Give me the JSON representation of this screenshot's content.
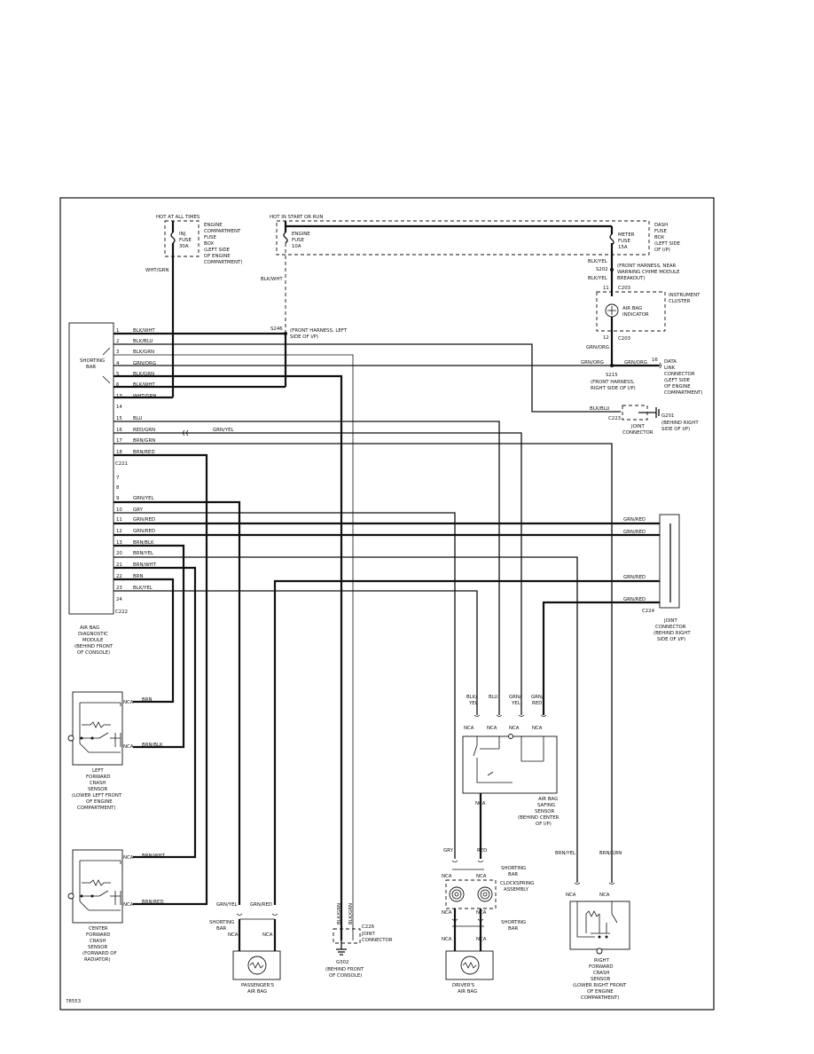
{
  "figure_id": "78553",
  "power": {
    "hot_at_all_times": "HOT AT ALL TIMES",
    "hot_in_start_or_run": "HOT IN START OR RUN",
    "fuse_inj": [
      "INJ",
      "FUSE",
      "30A"
    ],
    "fuse_engine": [
      "ENGINE",
      "FUSE",
      "10A"
    ],
    "fuse_meter": [
      "METER",
      "FUSE",
      "15A"
    ],
    "engine_box": [
      "ENGINE",
      "COMPARTMENT",
      "FUSE",
      "BOX",
      "(LEFT SIDE",
      "OF ENGINE",
      "COMPARTMENT)"
    ],
    "dash_box": [
      "DASH",
      "FUSE",
      "BOX",
      "(LEFT SIDE",
      "OF I/P)"
    ]
  },
  "wires": {
    "wht_grn": "WHT/GRN",
    "blk_wht": "BLK/WHT",
    "blk_yel": "BLK/YEL",
    "grn_org": "GRN/ORG",
    "blk_blu": "BLK/BLU",
    "grn_yel": "GRN/YEL",
    "grn_red": "GRN/RED",
    "brn_yel": "BRN/YEL",
    "brn_grn": "BRN/GRN",
    "blk_grn": "BLK/GRN",
    "blk": "BLK",
    "blu": "BLU",
    "gry": "GRY",
    "red": "RED",
    "brn": "BRN",
    "brn_blk": "BRN/BLK",
    "brn_wht": "BRN/WHT",
    "brn_red": "BRN/RED"
  },
  "splices": {
    "s202": "S202",
    "s202_note": [
      "(FRONT HARNESS, NEAR",
      "WARNING CHIME MODULE",
      "BREAKOUT)"
    ],
    "s246": "S246",
    "s246_note": [
      "(FRONT HARNESS, LEFT",
      "SIDE OF I/P)"
    ],
    "s215": "S215",
    "s215_note": [
      "(FRONT HARNESS,",
      "RIGHT SIDE OF I/P)"
    ]
  },
  "connectors": {
    "c203": "C203",
    "c221": "C221",
    "c222": "C222",
    "c223": "C223",
    "c224": "C224",
    "c226": "C226",
    "pin11": "11",
    "pin12": "12",
    "pin16": "16"
  },
  "cluster": {
    "label": [
      "INSTRUMENT",
      "CLUSTER"
    ],
    "indicator": [
      "AIR BAG",
      "INDICATOR"
    ]
  },
  "dlc": [
    "DATA",
    "LINK",
    "CONNECTOR",
    "(LEFT SIDE",
    "OF ENGINE",
    "COMPARTMENT)"
  ],
  "grounds": {
    "g201_label": "G201",
    "g201_note": [
      "(BEHIND RIGHT",
      "SIDE OF I/P)"
    ],
    "g302_label": "G302",
    "g302_note": [
      "(BEHIND FRONT",
      "OF CONSOLE)"
    ]
  },
  "joint_connector": [
    "JOINT",
    "CONNECTOR"
  ],
  "joint_connector_c224": [
    "JOINT",
    "CONNECTOR",
    "(BEHIND RIGHT",
    "SIDE OF I/P)"
  ],
  "module": {
    "label": [
      "AIR BAG",
      "DIAGNOSTIC",
      "MODULE",
      "(BEHIND FRONT",
      "OF CONSOLE)"
    ],
    "shorting_bar": [
      "SHORTING",
      "BAR"
    ],
    "pins_top": [
      {
        "pin": "1",
        "wire": "BLK/WHT"
      },
      {
        "pin": "2",
        "wire": "BLK/BLU"
      },
      {
        "pin": "3",
        "wire": "BLK/GRN"
      },
      {
        "pin": "4",
        "wire": "GRN/ORG"
      },
      {
        "pin": "5",
        "wire": "BLK/GRN"
      },
      {
        "pin": "6",
        "wire": "BLK/WHT"
      },
      {
        "pin": "13",
        "wire": "WHT/GRN"
      },
      {
        "pin": "14",
        "wire": ""
      },
      {
        "pin": "15",
        "wire": "BLU"
      },
      {
        "pin": "16",
        "wire": "RED/GRN"
      },
      {
        "pin": "17",
        "wire": "BRN/GRN"
      },
      {
        "pin": "18",
        "wire": "BRN/RED"
      }
    ],
    "pins_bottom": [
      {
        "pin": "7",
        "wire": ""
      },
      {
        "pin": "8",
        "wire": ""
      },
      {
        "pin": "9",
        "wire": "GRN/YEL"
      },
      {
        "pin": "10",
        "wire": "GRY"
      },
      {
        "pin": "11",
        "wire": "GRN/RED"
      },
      {
        "pin": "12",
        "wire": "GRN/RED"
      },
      {
        "pin": "13",
        "wire": "BRN/BLK"
      },
      {
        "pin": "20",
        "wire": "BRN/YEL"
      },
      {
        "pin": "21",
        "wire": "BRN/WHT"
      },
      {
        "pin": "22",
        "wire": "BRN"
      },
      {
        "pin": "23",
        "wire": "BLK/YEL"
      },
      {
        "pin": "24",
        "wire": ""
      }
    ]
  },
  "nca": "NCA",
  "left_sensor": [
    "LEFT",
    "FORWARD",
    "CRASH",
    "SENSOR",
    "(LOWER LEFT FRONT",
    "OF ENGINE",
    "COMPARTMENT)"
  ],
  "center_sensor": [
    "CENTER",
    "FORWARD",
    "CRASH",
    "SENSOR",
    "(FORWARD OF",
    "RADIATOR)"
  ],
  "right_sensor": [
    "RIGHT",
    "FORWARD",
    "CRASH",
    "SENSOR",
    "(LOWER RIGHT FRONT",
    "OF ENGINE",
    "COMPARTMENT)"
  ],
  "safing_sensor": [
    "AIR BAG",
    "SAFING",
    "SENSOR",
    "(BEHIND CENTER",
    "OF I/P)"
  ],
  "safing_wires": [
    "BLK/",
    "YEL",
    "BLU",
    "GRN/",
    "YEL",
    "GRN/",
    "RED"
  ],
  "clockspring": [
    "CLOCKSPRING",
    "ASSEMBLY"
  ],
  "passenger_bag": [
    "PASSENGER'S",
    "AIR BAG"
  ],
  "driver_bag": [
    "DRIVER'S",
    "AIR BAG"
  ]
}
